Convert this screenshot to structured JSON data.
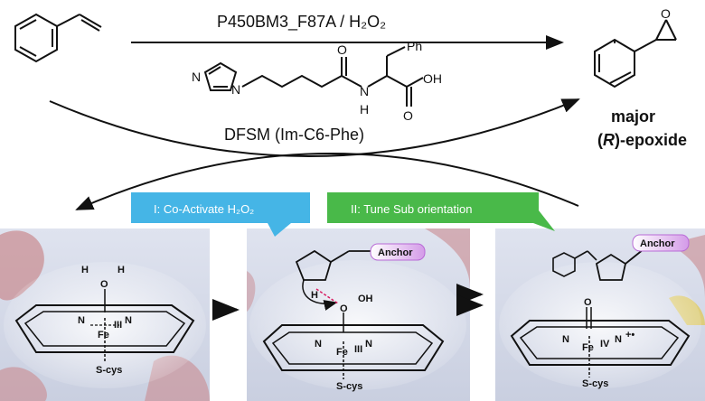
{
  "reaction": {
    "conditions": "P450BM3_F87A / H₂O₂",
    "dfsm_label": "DFSM (Im-C6-Phe)",
    "product_line1": "major",
    "product_line2_prefix": "(",
    "product_line2_italic": "R",
    "product_line2_suffix": ")-epoxide"
  },
  "molecule_atoms": {
    "imidazole_n1": "N",
    "imidazole_n2": "N",
    "amide_o": "O",
    "amide_nh": "H",
    "amide_n": "N",
    "phenyl_label": "Ph",
    "acid_o": "O",
    "acid_oh": "OH",
    "epoxide_o": "O"
  },
  "callouts": [
    {
      "text": "I: Co-Activate H₂O₂",
      "color": "#45b5e6"
    },
    {
      "text": "II: Tune Sub orientation",
      "color": "#49b949"
    }
  ],
  "panels": {
    "p1": {
      "fe": "Fe",
      "ox": "III",
      "ligand": "S-cys",
      "water_o": "O",
      "water_h1": "H",
      "water_h2": "H",
      "n": "N"
    },
    "p2": {
      "fe": "Fe",
      "ox": "III",
      "ligand": "S-cys",
      "anchor": "Anchor",
      "h": "H",
      "o1": "O",
      "oh": "OH",
      "n": "N"
    },
    "p3": {
      "fe": "Fe",
      "ox": "IV",
      "ligand": "S-cys",
      "anchor": "Anchor",
      "oxo": "O",
      "radical": "+•",
      "n": "N"
    }
  }
}
